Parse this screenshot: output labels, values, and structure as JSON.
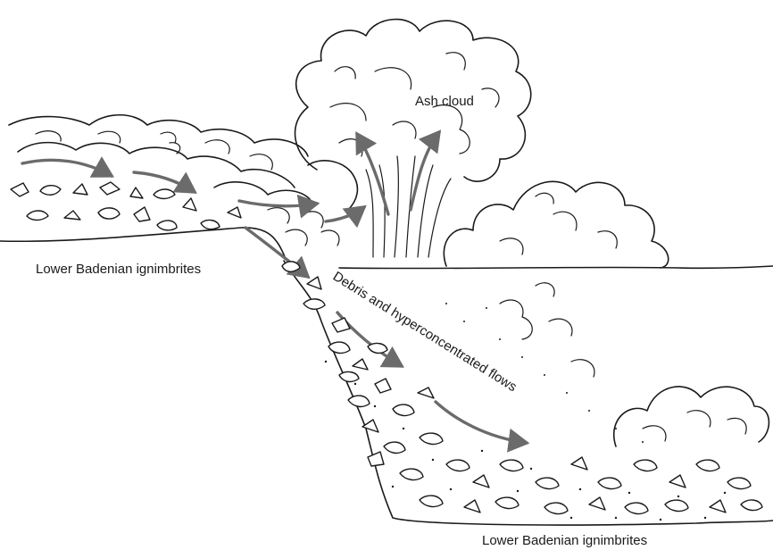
{
  "labels": {
    "ash_cloud": "Ash cloud",
    "flows": "Debris and hyperconcentrated flows",
    "ignimbrites_upper": "Lower Badenian ignimbrites",
    "ignimbrites_lower": "Lower Badenian ignimbrites"
  },
  "colors": {
    "ink": "#1a1a1a",
    "arrow": "#6b6b6b",
    "background": "#ffffff"
  }
}
